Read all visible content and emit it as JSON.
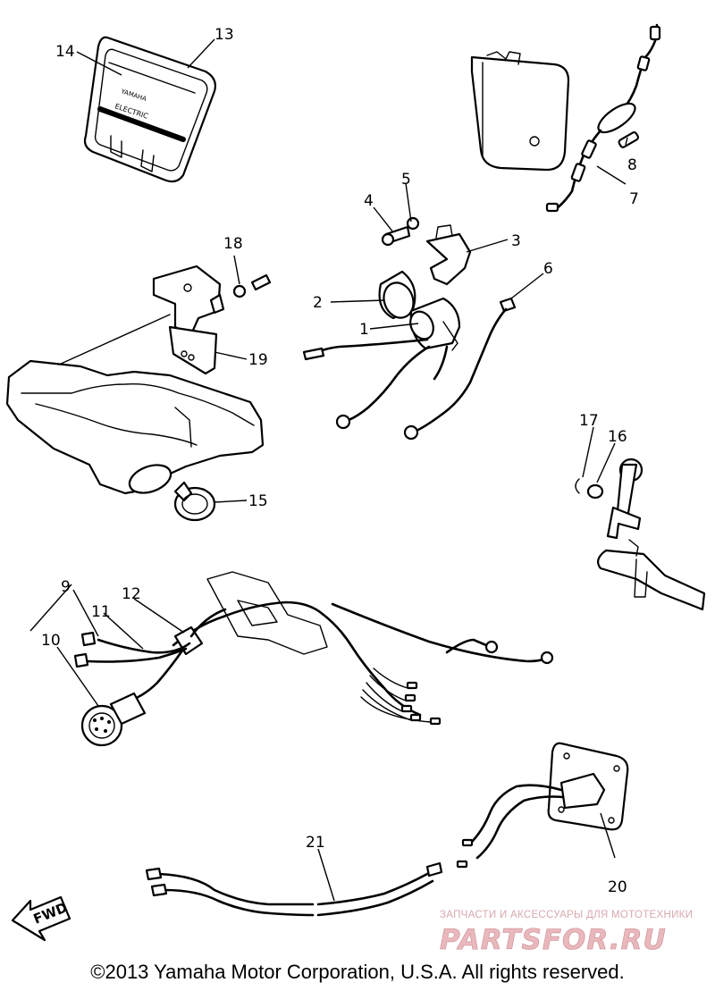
{
  "diagram": {
    "callouts": {
      "c1": "1",
      "c2": "2",
      "c3": "3",
      "c4": "4",
      "c5": "5",
      "c6": "6",
      "c7": "7",
      "c8": "8",
      "c9": "9",
      "c10": "10",
      "c11": "11",
      "c12": "12",
      "c13": "13",
      "c14": "14",
      "c15": "15",
      "c16": "16",
      "c17": "17",
      "c18": "18",
      "c19": "19",
      "c20": "20",
      "c21": "21"
    },
    "cover_label": {
      "brand": "YAMAHA",
      "model": "ELECTRIC"
    },
    "direction_arrow": "FWD"
  },
  "watermark": {
    "tagline": "ЗАПЧАСТИ И АКСЕССУАРЫ ДЛЯ МОТОТЕХНИКИ",
    "brand": "PARTSFOR.RU"
  },
  "footer": {
    "copyright": "©2013 Yamaha Motor Corporation, U.S.A. All rights reserved."
  }
}
